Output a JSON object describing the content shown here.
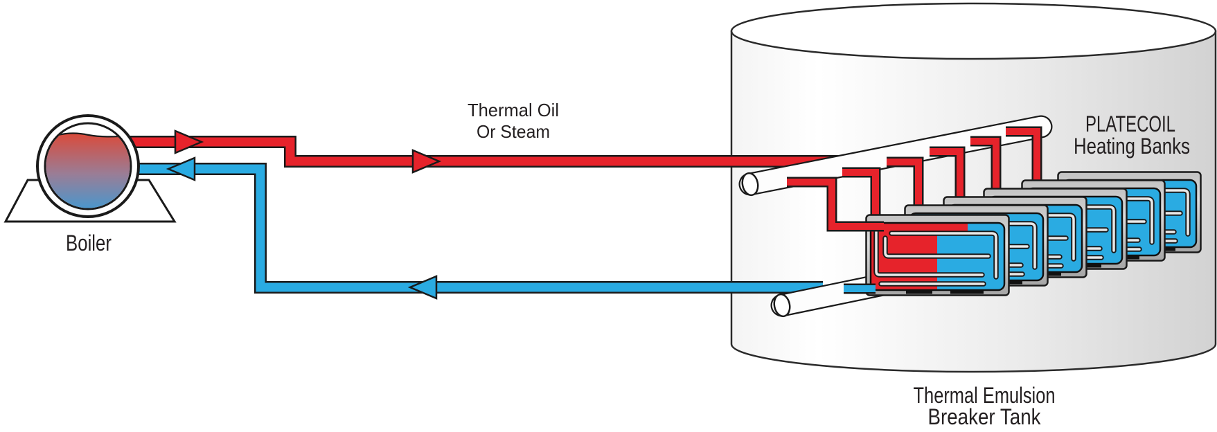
{
  "title": "PLATECOIL heating banks in thermal emulsion breaker tank piping diagram",
  "labels": {
    "boiler": "Boiler",
    "supply_line1": "Thermal Oil",
    "supply_line2": "Or Steam",
    "platecoil_line1": "PLATECOIL",
    "platecoil_line2": "Heating Banks",
    "tank_line1": "Thermal Emulsion",
    "tank_line2": "Breaker Tank"
  },
  "heating_bank_count": 6,
  "colors": {
    "hot": "#e6232b",
    "cold": "#2aabe2",
    "text": "#231f20",
    "outline": "#1a1a1a",
    "tank_gray": "#d5d5d5"
  }
}
